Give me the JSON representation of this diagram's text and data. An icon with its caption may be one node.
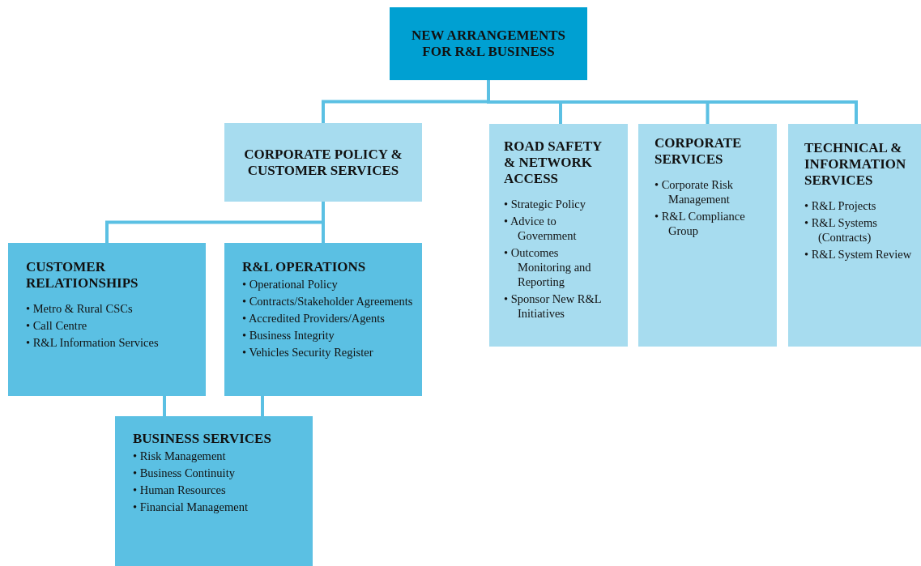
{
  "diagram": {
    "nodes": [
      {
        "text": [
          "NEW ARRANGEMENTS FOR R&L BUSINESS"
        ]
      },
      {
        "text": [
          "CORPORATE POLICY & CUSTOMER SERVICES"
        ]
      },
      {
        "text": [
          "ROAD SAFETY & NETWORK ACCESS",
          "• Strategic Policy",
          "• Advice to Government",
          "• Outcomes Monitoring and Reporting",
          "• Sponsor New R&L Initiatives"
        ]
      },
      {
        "text": [
          "CORPORATE SERVICES",
          "• Corporate Risk Management",
          "• R&L Compliance Group"
        ]
      },
      {
        "text": [
          "TECHNICAL & INFORMATION SERVICES",
          "• R&L Projects",
          "• R&L Systems (Contracts)",
          "• R&L System Review"
        ]
      },
      {
        "text": [
          "CUSTOMER RELATIONSHIPS",
          "• Metro & Rural CSCs",
          "• Call Centre",
          "• R&L Information Services"
        ]
      },
      {
        "text": [
          "R&L OPERATIONS",
          "• Operational Policy",
          "• Contracts/Stakeholder Agreements",
          "• Accredited Providers/Agents",
          "• Business Integrity",
          "• Vehicles Security Register"
        ]
      },
      {
        "text": [
          "BUSINESS SERVICES",
          "• Risk Management",
          "• Business Continuity",
          "• Human Resources",
          "• Financial Management"
        ]
      }
    ],
    "edges": [
      {
        "from": 0,
        "to": 1,
        "arrow": "none"
      },
      {
        "from": 0,
        "to": 2,
        "arrow": "none"
      },
      {
        "from": 0,
        "to": 3,
        "arrow": "none"
      },
      {
        "from": 0,
        "to": 4,
        "arrow": "none"
      },
      {
        "from": 1,
        "to": 5,
        "arrow": "none"
      },
      {
        "from": 1,
        "to": 6,
        "arrow": "none"
      },
      {
        "from": 5,
        "to": 7,
        "arrow": "none"
      },
      {
        "from": 6,
        "to": 7,
        "arrow": "none"
      }
    ]
  }
}
